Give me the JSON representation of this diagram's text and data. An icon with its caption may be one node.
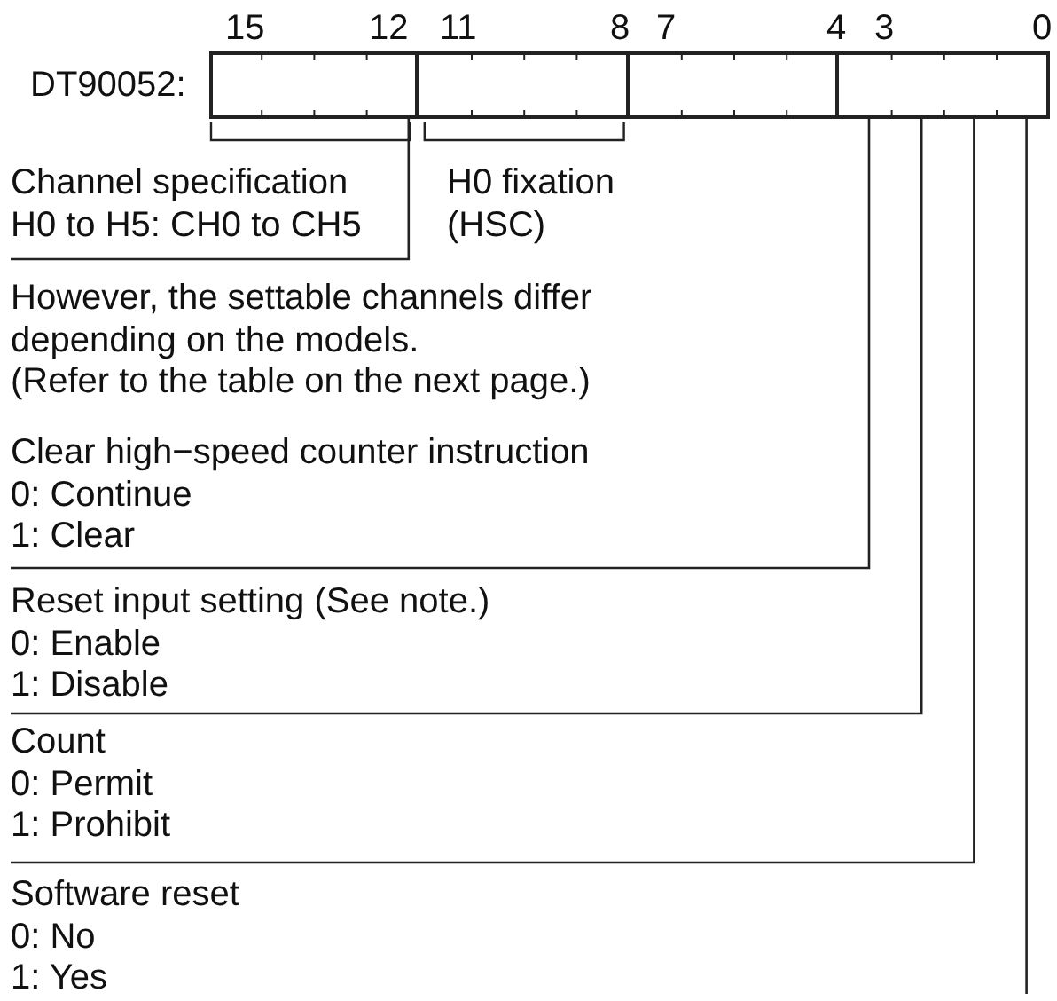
{
  "diagram": {
    "nodes": [
      {
        "text": [],
        "shape": "box"
      },
      {
        "text": [],
        "shape": "box"
      },
      {
        "text": [],
        "shape": "box"
      },
      {
        "text": [],
        "shape": "box"
      },
      {
        "text": [
          "Channel specification H0 to H5: CH0 to CH5"
        ]
      },
      {
        "text": [
          "H0 fixation (HSC)"
        ]
      },
      {
        "text": [
          "Clear high−speed counter instruction",
          "0: Continue",
          "1: Clear"
        ]
      },
      {
        "text": [
          "Reset input setting (See note.)",
          "0: Enable",
          "1: Disable"
        ]
      },
      {
        "text": [
          "Count",
          "0: Permit",
          "1: Prohibit"
        ]
      },
      {
        "text": [
          "Software reset",
          "0: No",
          "1: Yes"
        ]
      }
    ],
    "edges": [
      {
        "from": 4,
        "to": 0,
        "arrow": "none"
      },
      {
        "from": 6,
        "to": 3,
        "arrow": "none"
      },
      {
        "from": 7,
        "to": 3,
        "arrow": "none"
      },
      {
        "from": 8,
        "to": 3,
        "arrow": "none"
      },
      {
        "from": null,
        "to": 3,
        "arrow": "none"
      }
    ],
    "labels": [
      "15",
      "12",
      "11",
      "8",
      "7",
      "4",
      "3",
      "0",
      "DT90052:",
      "However, the settable channels differ depending on the models.",
      "(Refer to the table on the next page.)"
    ]
  }
}
